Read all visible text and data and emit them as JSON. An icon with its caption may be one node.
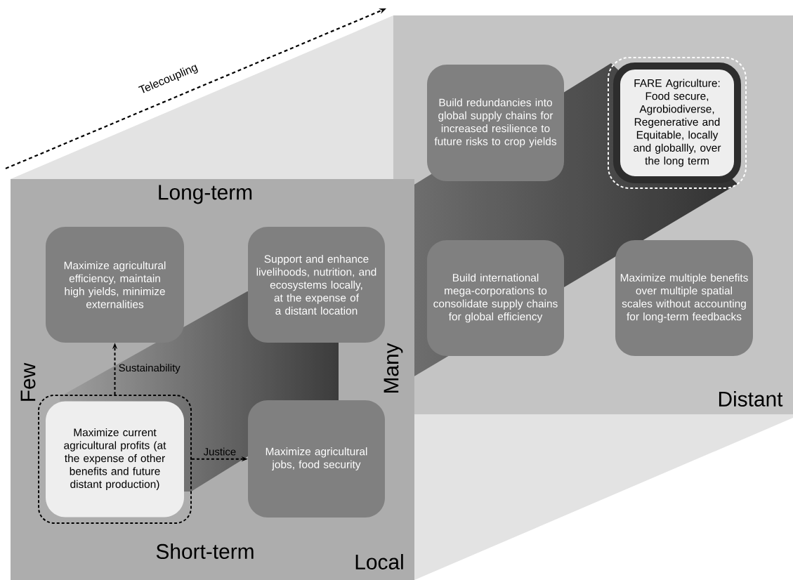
{
  "diagram": {
    "nodes": [
      {
        "text": [],
        "shape": "box"
      },
      {
        "text": [
          "Maximize current agricultural profits (at the expense of other benefits and future distant production)"
        ],
        "in": 0
      },
      {
        "text": [
          "Maximize agricultural efficiency, maintain high yields, minimize externalities"
        ]
      },
      {
        "text": [
          "Support and enhance livelihoods, nutrition, and ecosystems locally, at the expense of a distant location"
        ]
      },
      {
        "text": [
          "Maximize agricultural jobs, food security"
        ]
      },
      {
        "text": [
          "Build redundancies into global supply chains for increased resilience to future risks to crop yields"
        ]
      },
      {
        "text": [
          "FARE Agriculture: Food secure, Agrobiodiverse, Regenerative and Equitable, locally and globallly, over the long term"
        ]
      },
      {
        "text": [
          "Build international mega-corporations to consolidate supply chains for global efficiency"
        ]
      },
      {
        "text": [
          "Maximize multiple benefits over multiple spatial scales without accounting for long-term feedbacks"
        ]
      }
    ],
    "edges": [
      {
        "from": 0,
        "to": 2,
        "arrow": "to",
        "label": "Sustainability",
        "style": "dashed"
      },
      {
        "from": 0,
        "to": 4,
        "arrow": "to",
        "label": "Justice",
        "style": "dashed"
      }
    ],
    "labels": [
      "Telecoupling",
      "Long-term",
      "Few",
      "Many",
      "Short-term",
      "Local",
      "Distant"
    ]
  }
}
